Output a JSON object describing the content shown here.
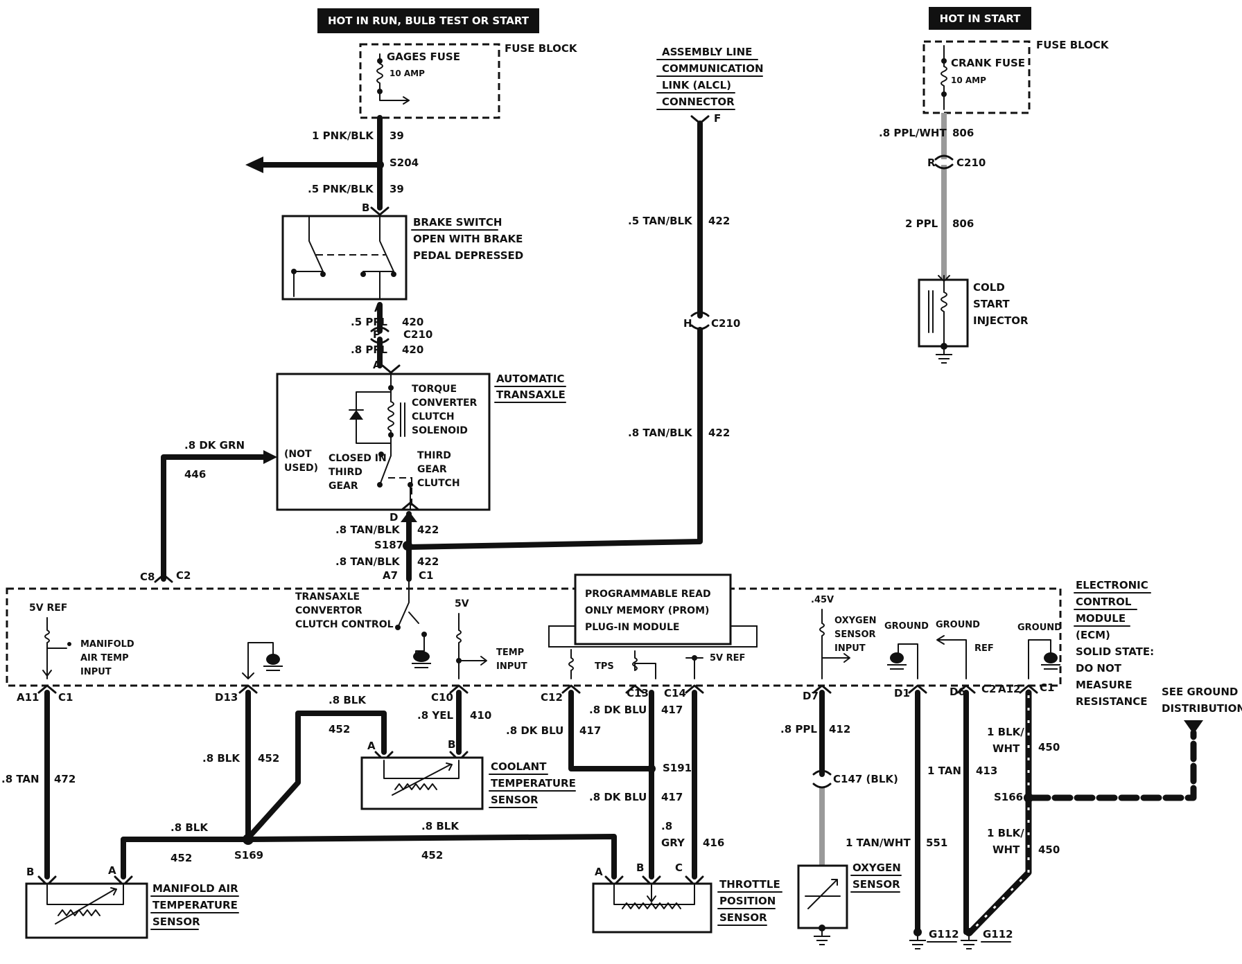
{
  "banners": {
    "hot_in_run": "HOT IN RUN, BULB TEST OR START",
    "hot_in_start": "HOT IN START"
  },
  "fuse_block": "FUSE BLOCK",
  "gages_fuse": {
    "name": "GAGES FUSE",
    "rating": "10 AMP"
  },
  "crank_fuse": {
    "name": "CRANK FUSE",
    "rating": "10 AMP"
  },
  "alcl": {
    "line1": "ASSEMBLY LINE",
    "line2": "COMMUNICATION",
    "line3": "LINK (ALCL)",
    "line4": "CONNECTOR",
    "pin": "F"
  },
  "brake_switch": {
    "title": "BRAKE SWITCH",
    "line2": "OPEN WITH BRAKE",
    "line3": "PEDAL DEPRESSED",
    "pin_top": "B",
    "pin_bottom": "A"
  },
  "transaxle": {
    "title1": "AUTOMATIC",
    "title2": "TRANSAXLE",
    "tcc1": "TORQUE",
    "tcc2": "CONVERTER",
    "tcc3": "CLUTCH",
    "tcc4": "SOLENOID",
    "closed1": "CLOSED IN",
    "closed2": "THIRD",
    "closed3": "GEAR",
    "third1": "THIRD",
    "third2": "GEAR",
    "third3": "CLUTCH",
    "notused1": "(NOT",
    "notused2": "USED)",
    "pin_top": "A",
    "pin_bottom": "D"
  },
  "cold_start": {
    "line1": "COLD",
    "line2": "START",
    "line3": "INJECTOR"
  },
  "ecm": {
    "title1": "ELECTRONIC",
    "title2": "CONTROL",
    "title3": "MODULE",
    "title4": "(ECM)",
    "note1": "SOLID STATE:",
    "note2": "DO NOT",
    "note3": "MEASURE",
    "note4": "RESISTANCE",
    "prom1": "PROGRAMMABLE READ",
    "prom2": "ONLY MEMORY (PROM)",
    "prom3": "PLUG-IN MODULE",
    "tcc1": "TRANSAXLE",
    "tcc2": "CONVERTOR",
    "tcc3": "CLUTCH CONTROL",
    "vref5": "5V REF",
    "mat1": "MANIFOLD",
    "mat2": "AIR TEMP",
    "mat3": "INPUT",
    "v5": "5V",
    "temp1": "TEMP",
    "temp2": "INPUT",
    "tps": "TPS",
    "vref5b": "5V REF",
    "v45": ".45V",
    "o2_1": "OXYGEN",
    "o2_2": "SENSOR",
    "o2_3": "INPUT",
    "ground": "GROUND",
    "ref": "REF"
  },
  "sensors": {
    "coolant1": "COOLANT",
    "coolant2": "TEMPERATURE",
    "coolant3": "SENSOR",
    "mat1": "MANIFOLD AIR",
    "mat2": "TEMPERATURE",
    "mat3": "SENSOR",
    "tps1": "THROTTLE",
    "tps2": "POSITION",
    "tps3": "SENSOR",
    "o2_1": "OXYGEN",
    "o2_2": "SENSOR"
  },
  "see_ground1": "SEE GROUND",
  "see_ground2": "DISTRIBUTION",
  "wires": {
    "w39a": "1 PNK/BLK",
    "n39a": "39",
    "w39b": ".5 PNK/BLK",
    "n39b": "39",
    "w420a": ".5 PPL",
    "n420a": "420",
    "w420b": ".8 PPL",
    "n420b": "420",
    "w422a": ".8 TAN/BLK",
    "n422a": "422",
    "w422b": ".8 TAN/BLK",
    "n422b": "422",
    "w422c": ".5 TAN/BLK",
    "n422c": "422",
    "w422d": ".8 TAN/BLK",
    "n422d": "422",
    "w446": ".8 DK GRN",
    "n446": "446",
    "w806a": ".8 PPL/WHT",
    "n806a": "806",
    "w806b": "2 PPL",
    "n806b": "806",
    "w472": ".8 TAN",
    "n472": "472",
    "w452a": ".8 BLK",
    "n452a": "452",
    "w452b": ".8 BLK",
    "n452b": "452",
    "w452c": ".8 BLK",
    "n452c": "452",
    "w452d": ".8 BLK",
    "n452d": "452",
    "w410": ".8 YEL",
    "n410": "410",
    "w417a": ".8 DK BLU",
    "n417a": "417",
    "w417b": ".8 DK BLU",
    "n417b": "417",
    "w417c": ".8 DK BLU",
    "n417c": "417",
    "w416a": ".8",
    "w416b": "GRY",
    "n416": "416",
    "w412": ".8 PPL",
    "n412": "412",
    "w413": "1 TAN",
    "n413": "413",
    "w450a1": "1 BLK/",
    "w450a2": "WHT",
    "n450a": "450",
    "w450b1": "1 BLK/",
    "w450b2": "WHT",
    "n450b": "450",
    "w551": "1 TAN/WHT",
    "n551": "551"
  },
  "connectors": {
    "S204": "S204",
    "P": "P",
    "C210": "C210",
    "S187": "S187",
    "A7": "A7",
    "C1": "C1",
    "C8": "C8",
    "C2": "C2",
    "H": "H",
    "R": "R",
    "A11": "A11",
    "D13": "D13",
    "C10": "C10",
    "C12": "C12",
    "C13": "C13",
    "C14": "C14",
    "D7": "D7",
    "D1": "D1",
    "D6": "D6",
    "A12": "A12",
    "S191": "S191",
    "S169": "S169",
    "S166": "S166",
    "C147": "C147 (BLK)",
    "G112": "G112",
    "pA": "A",
    "pB": "B",
    "pC": "C"
  }
}
